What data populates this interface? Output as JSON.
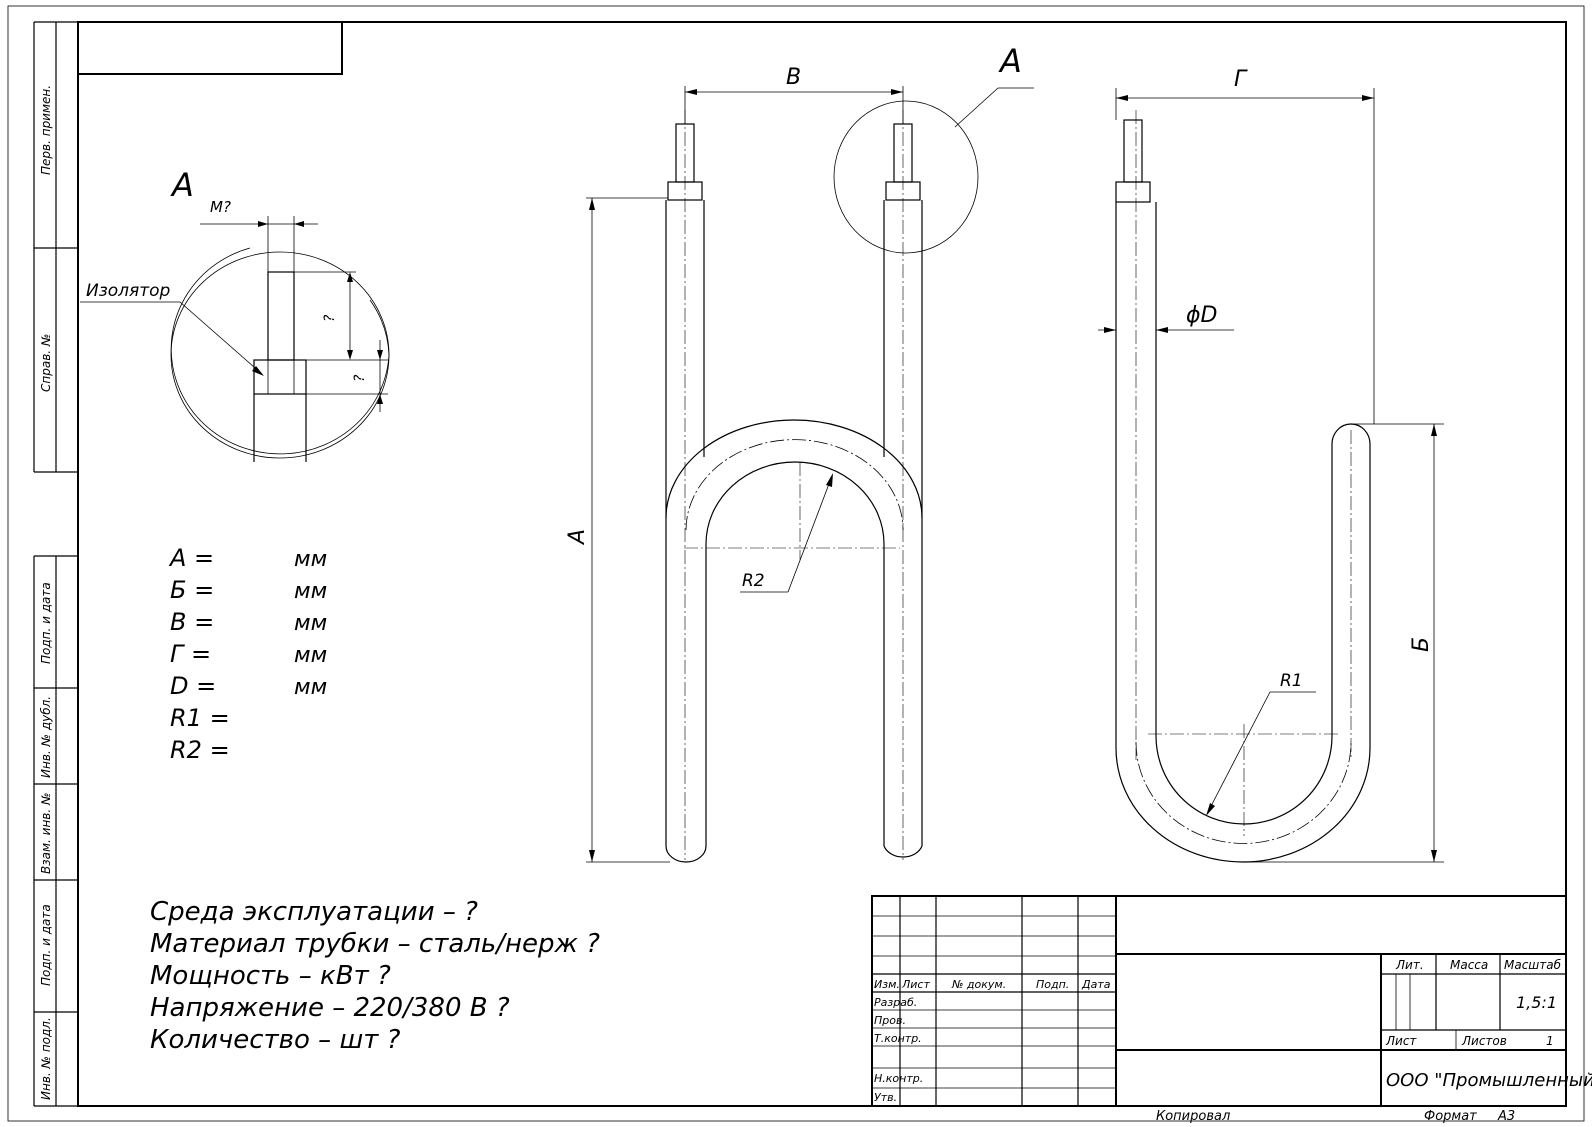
{
  "side_labels": [
    "Перв. примен.",
    "Справ. №",
    "Подп. и дата",
    "Инв. № дубл.",
    "Взам. инв. №",
    "Подп. и дата",
    "Инв. № подл."
  ],
  "detail": {
    "title": "А",
    "m_label": "М?",
    "insulator_label": "Изолятор",
    "dim1": "?",
    "dim2": "?"
  },
  "params": [
    {
      "name": "А =",
      "unit": "мм"
    },
    {
      "name": "Б =",
      "unit": "мм"
    },
    {
      "name": "В =",
      "unit": "мм"
    },
    {
      "name": "Г =",
      "unit": "мм"
    },
    {
      "name": "D =",
      "unit": "мм"
    },
    {
      "name": "R1 =",
      "unit": ""
    },
    {
      "name": "R2 =",
      "unit": ""
    }
  ],
  "notes": [
    "Среда эксплуатации – ?",
    "Материал трубки – сталь/нерж ?",
    "Мощность –       кВт ?",
    "Напряжение – 220/380 В ?",
    "Количество –        шт ?"
  ],
  "view1": {
    "dim_a": "А",
    "dim_v": "В",
    "callout": "А",
    "radius": "R2"
  },
  "view2": {
    "dim_g": "Г",
    "dim_b": "Б",
    "diameter": "ϕD",
    "radius": "R1"
  },
  "title_block": {
    "izm": "Изм.",
    "list": "Лист",
    "n_dokum": "№ докум.",
    "podp": "Подп.",
    "data": "Дата",
    "razrab": "Разраб.",
    "prov": "Пров.",
    "tkontr": "Т.контр.",
    "nkontr": "Н.контр.",
    "utv": "Утв.",
    "lit": "Лит.",
    "massa": "Масса",
    "masshtab": "Масштаб",
    "scale_value": "1,5:1",
    "list2": "Лист",
    "listov": "Листов",
    "listov_value": "1",
    "company": "ООО \"Промышленный ТЭН\""
  },
  "footer": {
    "kopiroval": "Копировал",
    "format_label": "Формат",
    "format_value": "А3"
  }
}
